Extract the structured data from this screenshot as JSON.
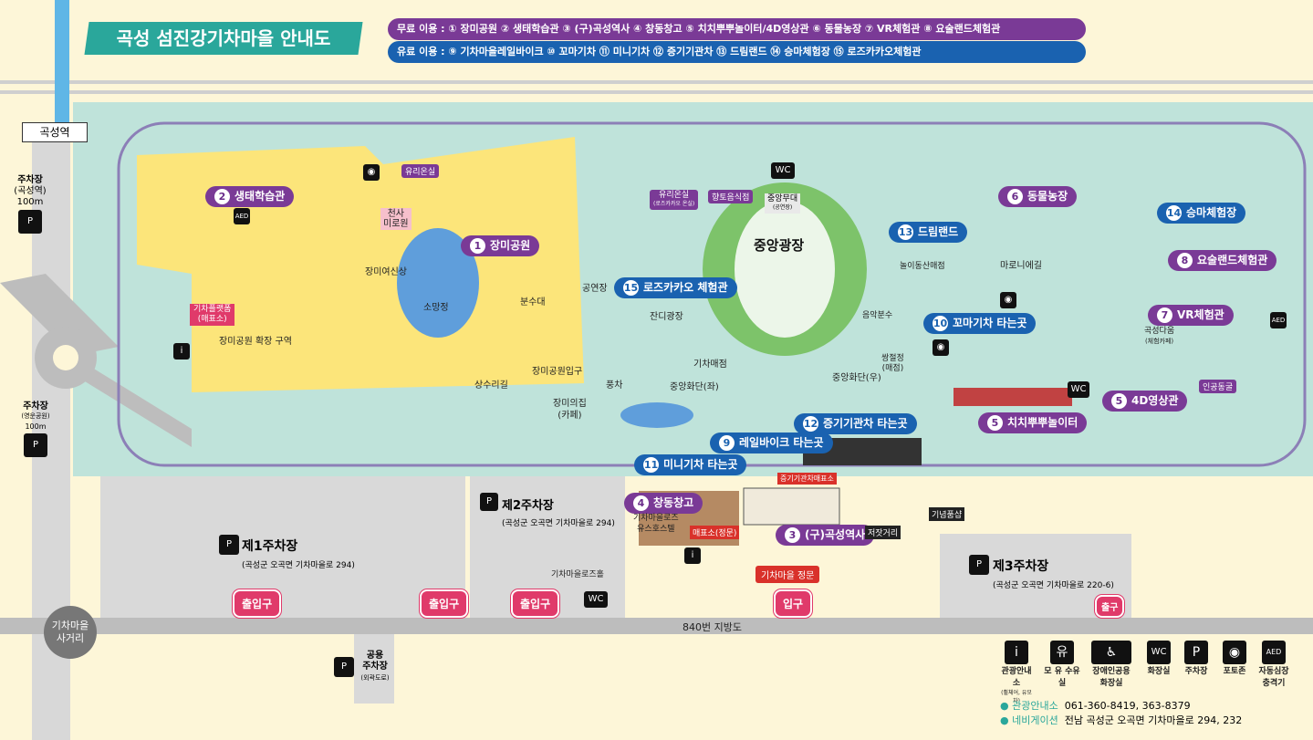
{
  "title": "곡성 섬진강기차마을 안내도",
  "free_use": "무료 이용 : ① 장미공원 ② 생태학습관 ③ (구)곡성역사 ④ 창동창고 ⑤ 치치뿌뿌놀이터/4D영상관 ⑥ 동물농장 ⑦ VR체험관 ⑧ 요술랜드체험관",
  "paid_use": "유료 이용 : ⑨ 기차마을레일바이크 ⑩ 꼬마기차 ⑪ 미니기차 ⑫ 증기기관차 ⑬ 드림랜드 ⑭ 승마체험장 ⑮ 로즈카카오체험관",
  "station": "곡성역",
  "parking_left_top": {
    "title": "주차장",
    "sub": "(곡성역)",
    "dist": "100m"
  },
  "parking_left_mid": {
    "title": "주차장",
    "sub": "(영운공원)",
    "dist": "100m"
  },
  "intersection": "기차마을 사거리",
  "road": "840번 지방도",
  "shared_parking": {
    "line1": "공용",
    "line2": "주차장",
    "sub": "(외곽도로)"
  },
  "parking1": {
    "title": "제1주차장",
    "addr": "(곡성군 오곡면 기차마을로 294)"
  },
  "parking2": {
    "title": "제2주차장",
    "addr": "(곡성군 오곡면 기차마을로 294)"
  },
  "parking3": {
    "title": "제3주차장",
    "addr": "(곡성군 오곡면 기차마을로 220-6)"
  },
  "exits": [
    "출입구",
    "출입구",
    "출입구",
    "입구",
    "출구"
  ],
  "main_gate": "기차마을 정문",
  "attractions": {
    "a1": {
      "n": "1",
      "t": "장미공원"
    },
    "a2": {
      "n": "2",
      "t": "생태학습관"
    },
    "a3": {
      "n": "3",
      "t": "(구)곡성역사"
    },
    "a4": {
      "n": "4",
      "t": "창동창고"
    },
    "a5": {
      "n": "5",
      "t": "치치뿌뿌놀이터"
    },
    "a5b": {
      "n": "5",
      "t": "4D영상관"
    },
    "a6": {
      "n": "6",
      "t": "동물농장"
    },
    "a7": {
      "n": "7",
      "t": "VR체험관"
    },
    "a8": {
      "n": "8",
      "t": "요술랜드체험관"
    },
    "a9": {
      "n": "9",
      "t": "레일바이크 타는곳"
    },
    "a10": {
      "n": "10",
      "t": "꼬마기차 타는곳"
    },
    "a11": {
      "n": "11",
      "t": "미니기차 타는곳"
    },
    "a12": {
      "n": "12",
      "t": "증기기관차 타는곳"
    },
    "a13": {
      "n": "13",
      "t": "드림랜드"
    },
    "a14": {
      "n": "14",
      "t": "승마체험장"
    },
    "a15": {
      "n": "15",
      "t": "로즈카카오 체험관"
    }
  },
  "labels": {
    "central_plaza": "중앙광장",
    "rose_expansion": "장미공원 확장 구역",
    "train_platform": "기차플랫폼",
    "ticket_office": "(매표소)",
    "angel_garden": "천사\n미로원",
    "jangmi_shrine": "장미여신상",
    "sojeong": "소망정",
    "fountain": "분수대",
    "stage": "공연장",
    "lawn_plaza": "잔디광장",
    "train_store": "기차매점",
    "sangsu": "상수리길",
    "rose_entrance": "장미공원입구",
    "rose_chair": "장미의집",
    "cafe": "(카페)",
    "windmill": "풍차",
    "central_flower_left": "중앙화단(좌)",
    "central_flower_right": "중앙화단(우)",
    "greenhouse1": "유리온실",
    "greenhouse2": "유리온실",
    "greenhouse2_sub": "(로즈카카오 온실)",
    "local_restaurant": "향토음식점",
    "central_stage": "중앙무대",
    "central_stage_sub": "(공연장)",
    "amusement_shop": "놀이동산매점",
    "music_fountain": "음악분수",
    "ssangjeol": "쌍절정",
    "ssangjeol_sub": "(매점)",
    "marony": "마로니에길",
    "gokseong_cafe": "곡성다움",
    "gokseong_cafe_sub": "(체험카페)",
    "artificial_cave": "인공동굴",
    "steam_ticket": "증기기관차매표소",
    "hostel": "기차마을로즈",
    "hostel2": "유스호스텔",
    "ticket_main": "매표소(정문)",
    "station_street": "저잣거리",
    "souvenir": "기념품샵",
    "rose_hall": "기차마을로즈홀"
  },
  "legend": [
    {
      "icon": "i",
      "label": "관광안내소",
      "sub": "(휠체어, 유모차)"
    },
    {
      "icon": "유",
      "label": "모 유 수유실"
    },
    {
      "icon": "♿",
      "label": "장애인공용 화장실"
    },
    {
      "icon": "WC",
      "label": "화장실"
    },
    {
      "icon": "P",
      "label": "주차장"
    },
    {
      "icon": "◉",
      "label": "포토존"
    },
    {
      "icon": "AED",
      "label": "자동심장 충격기"
    }
  ],
  "contact": {
    "k1": "관광안내소",
    "v1": "061-360-8419, 363-8379",
    "k2": "네비게이션",
    "v2": "전남 곡성군 오곡면 기차마을로 294, 232"
  },
  "colors": {
    "purple": "#7a3a96",
    "blue": "#1a62b0",
    "red": "#e03a6a",
    "park": "#bfe3da",
    "rose": "#fce57a",
    "road": "#bdbdbd"
  }
}
